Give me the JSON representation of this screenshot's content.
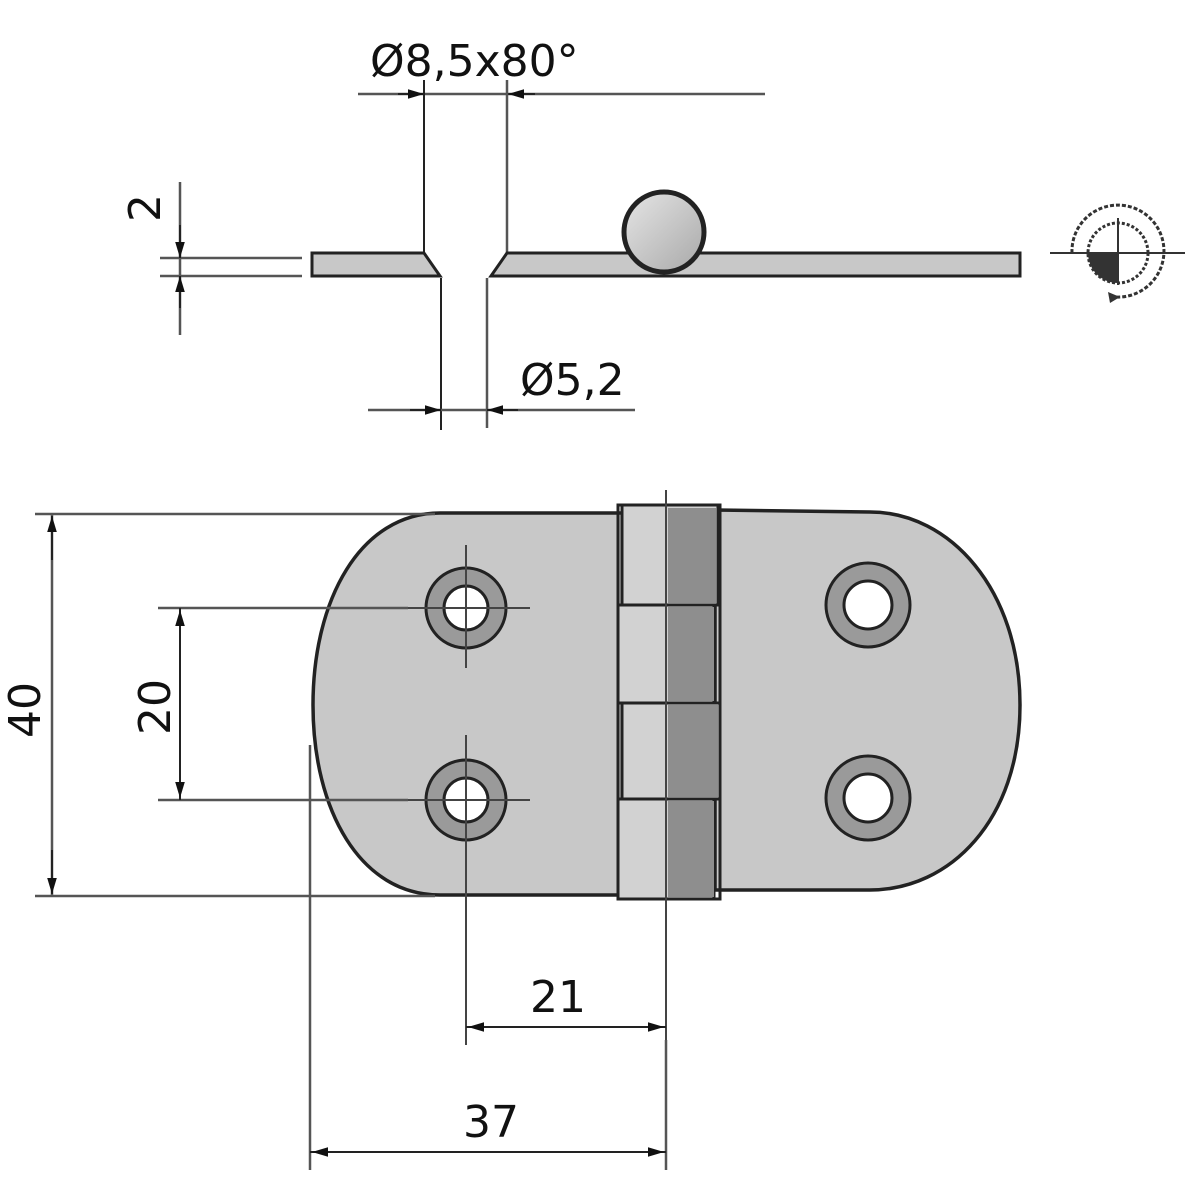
{
  "drawing": {
    "subject": "Stainless steel rounded butt hinge",
    "views": [
      "side-section-view",
      "top-plan-view",
      "projection-symbol"
    ],
    "fill_color": "#c8c8c8",
    "line_color": "#222222",
    "background": "#ffffff"
  },
  "dimensions": {
    "countersink": {
      "label": "Ø8,5x80°",
      "value_mm": 8.5,
      "angle_deg": 80
    },
    "hole_diameter": {
      "label": "Ø5,2",
      "value_mm": 5.2
    },
    "thickness": {
      "label": "2",
      "value_mm": 2
    },
    "overall_height": {
      "label": "40",
      "value_mm": 40
    },
    "hole_spacing": {
      "label": "20",
      "value_mm": 20
    },
    "hole_to_pin": {
      "label": "21",
      "value_mm": 21
    },
    "leaf_width": {
      "label": "37",
      "value_mm": 37
    }
  },
  "projection_symbol": {
    "icon": "first-angle-projection-icon"
  }
}
